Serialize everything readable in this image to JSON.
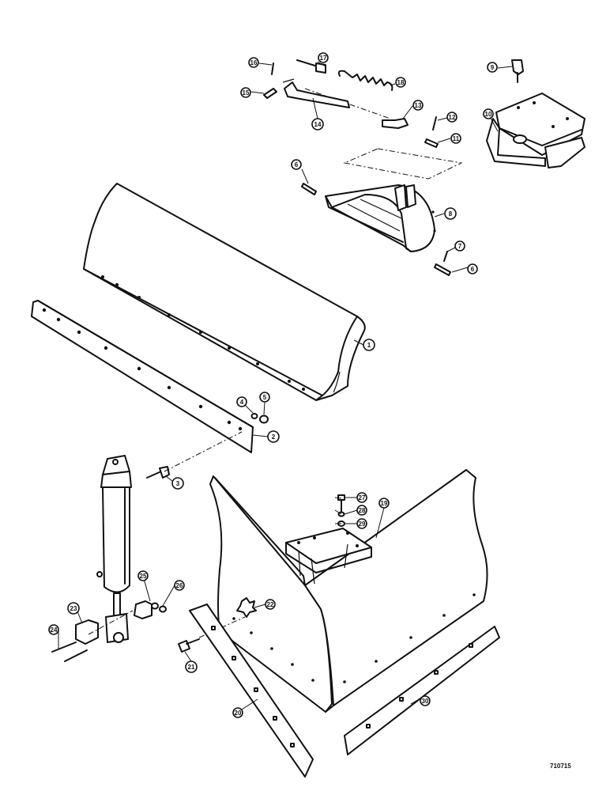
{
  "figure_number": "710715",
  "callouts": [
    "1",
    "2",
    "3",
    "4",
    "5",
    "6",
    "7",
    "8",
    "9",
    "10",
    "11",
    "12",
    "13",
    "14",
    "15",
    "16",
    "17",
    "18",
    "19",
    "20",
    "21",
    "22",
    "23",
    "24",
    "25",
    "26",
    "27",
    "28",
    "29",
    "30"
  ],
  "parts": [
    {
      "number": "1"
    },
    {
      "number": "2"
    },
    {
      "number": "3"
    },
    {
      "number": "4"
    },
    {
      "number": "5"
    },
    {
      "number": "6"
    },
    {
      "number": "7"
    },
    {
      "number": "8"
    },
    {
      "number": "9"
    },
    {
      "number": "10"
    },
    {
      "number": "11"
    },
    {
      "number": "12"
    },
    {
      "number": "13"
    },
    {
      "number": "14"
    },
    {
      "number": "15"
    },
    {
      "number": "16"
    },
    {
      "number": "17"
    },
    {
      "number": "18"
    },
    {
      "number": "19"
    },
    {
      "number": "20"
    },
    {
      "number": "21"
    },
    {
      "number": "22"
    },
    {
      "number": "23"
    },
    {
      "number": "24"
    },
    {
      "number": "25"
    },
    {
      "number": "26"
    },
    {
      "number": "27"
    },
    {
      "number": "28"
    },
    {
      "number": "29"
    },
    {
      "number": "30"
    }
  ],
  "colors": {
    "ink": "#111111",
    "paper": "#ffffff"
  }
}
